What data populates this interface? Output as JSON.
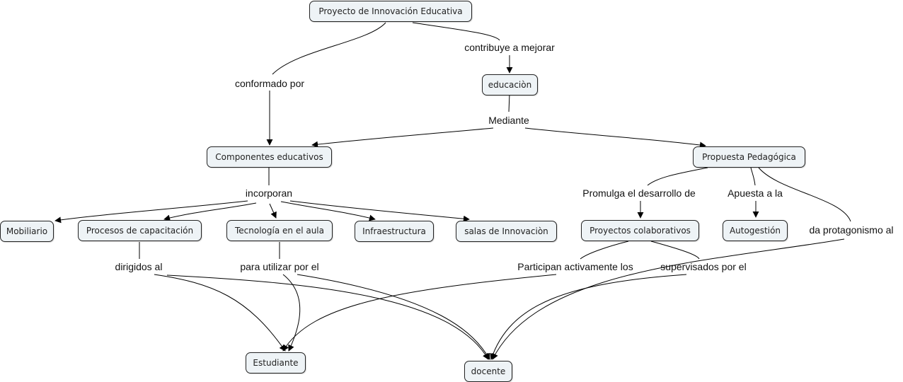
{
  "concepts": {
    "proyecto": "Proyecto de Innovación Educativa",
    "educacion": "educaciòn",
    "componentes": "Componentes educativos",
    "propuesta": "Propuesta Pedagógica",
    "mobiliario": "Mobiliario",
    "procesos": "Procesos de capacitación",
    "tecnologia": "Tecnología en el aula",
    "infraestructura": "Infraestructura",
    "salas": "salas de Innovaciòn",
    "proyectos_colab": "Proyectos colaborativos",
    "autogestion": "Autogestión",
    "estudiante": "Estudiante",
    "docente": "docente"
  },
  "linking_phrases": {
    "contribuye": "contribuye a mejorar",
    "conformado": "conformado por",
    "mediante": "Mediante",
    "incorporan": "incorporan",
    "promulga": "Promulga el desarrollo de",
    "apuesta": "Apuesta a la",
    "protagonismo": "da protagonismo al",
    "dirigidos": "dirigidos al",
    "utilizar": "para utilizar por el",
    "participan": "Participan activamente los",
    "supervisados": "supervisados por el"
  }
}
